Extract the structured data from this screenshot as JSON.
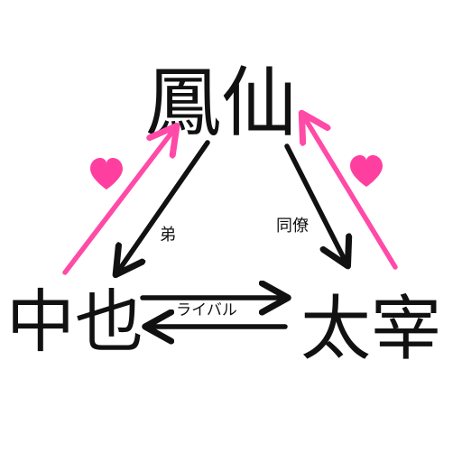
{
  "nodes": {
    "top": {
      "label": "鳳仙"
    },
    "left": {
      "label": "中也"
    },
    "right": {
      "label": "太宰"
    }
  },
  "edges": {
    "top_to_left": {
      "label": "弟"
    },
    "top_to_right": {
      "label": "同僚"
    },
    "left_right": {
      "label": "ライバル"
    }
  },
  "colors": {
    "text": "#111111",
    "arrow_black": "#111111",
    "arrow_pink": "#ff4aa8",
    "heart_pink": "#ff3f9f"
  }
}
